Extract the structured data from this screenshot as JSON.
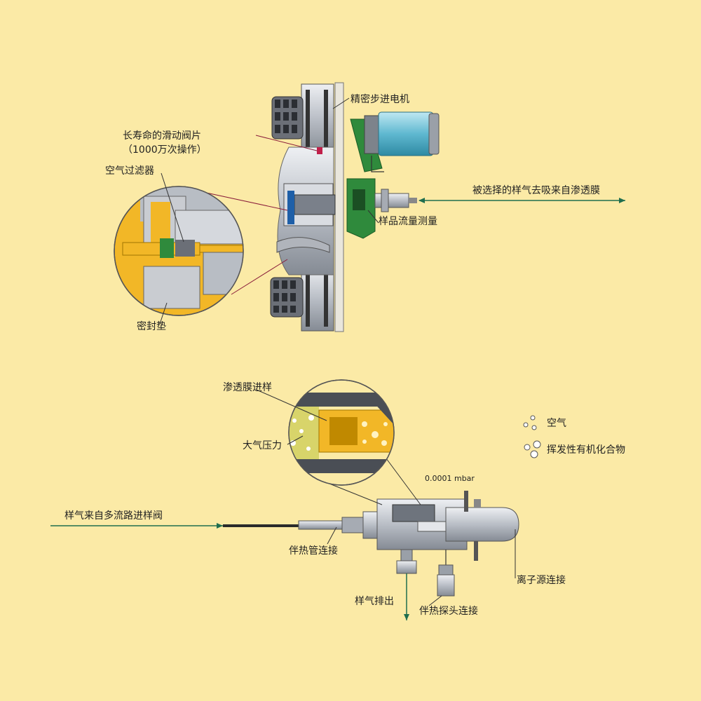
{
  "labels": {
    "stepper_motor": "精密步进电机",
    "valve_line1": "长寿命的滑动阀片",
    "valve_line2": "（1000万次操作）",
    "air_filter": "空气过滤器",
    "seal": "密封垫",
    "sample_to_membrane": "被选择的样气去吸来自渗透膜",
    "flow_measure": "样品流量测量",
    "membrane_inlet": "渗透膜进样",
    "atm_pressure": "大气压力",
    "vacuum": "0.0001 mbar",
    "sample_from_valve": "样气来自多流路进样阀",
    "heated_connector": "伴热管连接",
    "ion_source": "离子源连接",
    "sample_exhaust": "样气排出",
    "heater_probe": "伴热探头连接"
  },
  "legend": [
    {
      "label": "空气",
      "symbol": "small-bubble"
    },
    {
      "label": "挥发性有机化合物",
      "symbol": "large-bubble"
    }
  ],
  "colors": {
    "background": "#fbeaa6",
    "arrow": "#1f6e4e",
    "motor": "#5fb8d0",
    "pcb": "#2f8a3c",
    "magnify_fill": "#f2b727",
    "metal": "#c9ccd1",
    "leader": "#8a1d3a"
  }
}
